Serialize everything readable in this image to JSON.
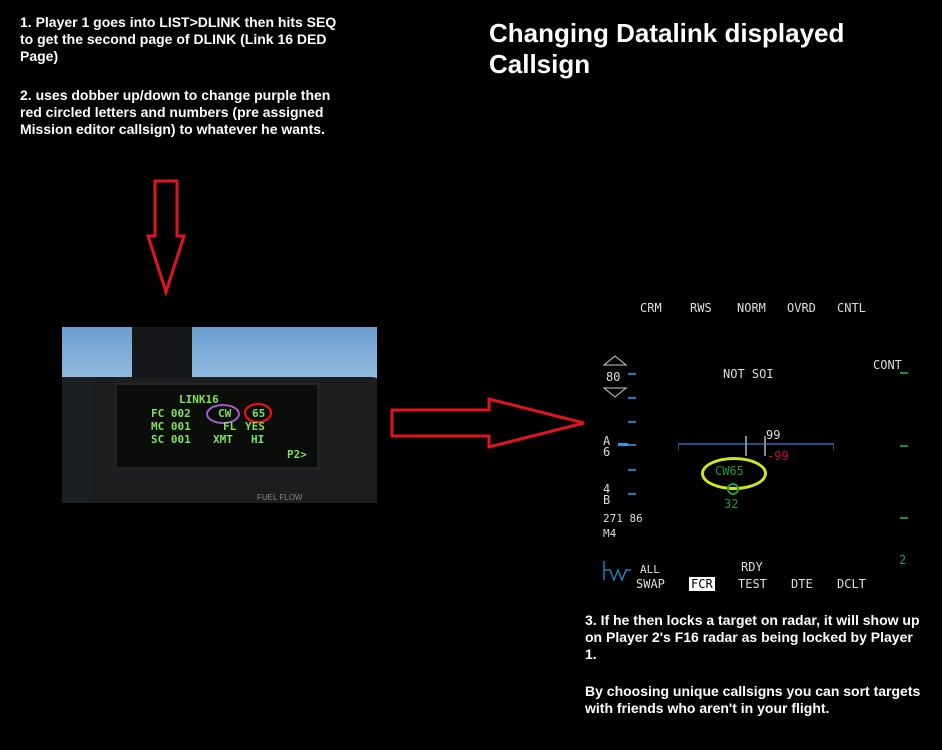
{
  "title": "Changing Datalink displayed Callsign",
  "notes": {
    "step1": "1. Player 1 goes into LIST>DLINK then hits SEQ to get the second page of DLINK (Link 16 DED Page)",
    "step2": "2. uses dobber up/down to change purple then red circled letters and numbers (pre assigned Mission editor callsign) to whatever he wants.",
    "step3": "3. If he then locks a target on radar, it will show up on Player 2's F16 radar as being locked by Player 1.",
    "step4": "By choosing unique callsigns you can sort targets with friends who aren't in your flight."
  },
  "ded": {
    "header": "LINK16",
    "fc": "FC 002",
    "mc": "MC 001",
    "sc": "SC 001",
    "cs_letters": "CW",
    "cs_numbers": "65",
    "fl": "FL",
    "yes": "YES",
    "xmt": "XMT",
    "hi": "HI",
    "page": "P2>",
    "fuel_flow": "FUEL FLOW"
  },
  "radar": {
    "top": [
      "CRM",
      "RWS",
      "NORM",
      "OVRD",
      "CNTL"
    ],
    "cont": "CONT",
    "not_soi": "NOT SOI",
    "range": "80",
    "az_a": "A",
    "az_6": "6",
    "bar_4": "4",
    "bar_b": "B",
    "readout": "271 86",
    "m4": "M4",
    "alt_hi": "99",
    "alt_lo": "-99",
    "callsign": "CW65",
    "target_alt": "32",
    "right_num": "2",
    "all": "ALL",
    "swap": "SWAP",
    "fcr": "FCR",
    "rdy": "RDY",
    "test": "TEST",
    "dte": "DTE",
    "dclt": "DCLT"
  },
  "colors": {
    "arrow": "#e0141e",
    "highlight": "#d2e61e",
    "purple": "#a45cc8",
    "red_circle": "#ff1010"
  }
}
